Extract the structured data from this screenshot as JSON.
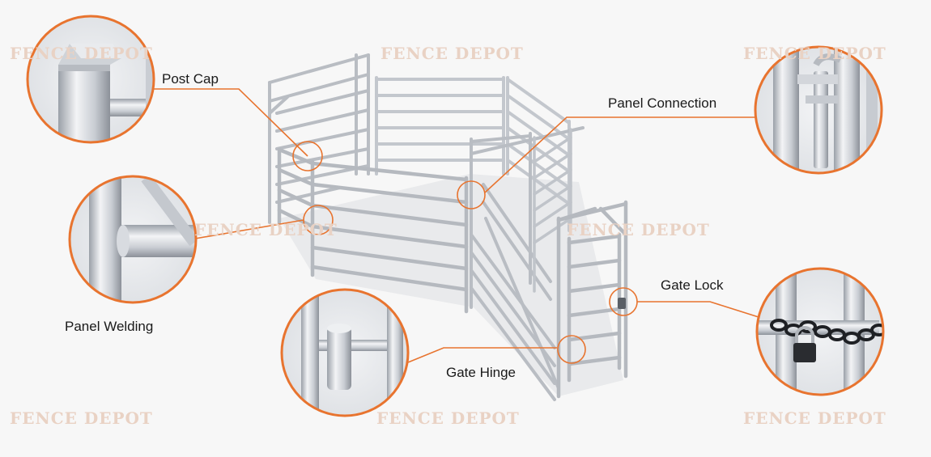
{
  "callouts": [
    {
      "id": "post-cap",
      "label": "Post Cap"
    },
    {
      "id": "panel-connection",
      "label": "Panel Connection"
    },
    {
      "id": "panel-welding",
      "label": "Panel Welding"
    },
    {
      "id": "gate-lock",
      "label": "Gate Lock"
    },
    {
      "id": "gate-hinge",
      "label": "Gate Hinge"
    }
  ],
  "watermark": "FENCE DEPOT",
  "colors": {
    "accent": "#e8742f",
    "steel_light": "#e6e8ec",
    "steel_mid": "#c3c7cd",
    "steel_dark": "#8c9199",
    "background": "#f7f7f7"
  }
}
